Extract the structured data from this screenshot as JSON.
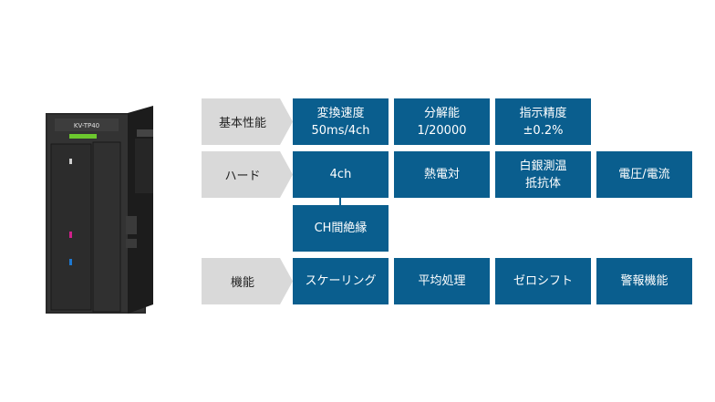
{
  "colors": {
    "cell_blue": "#0a5e8e",
    "label_gray": "#d9d9d9"
  },
  "module": {
    "model_label": "KV-TP40",
    "icon": "plc-module-image"
  },
  "rows": [
    {
      "label": "基本性能",
      "cells": [
        {
          "line1": "変換速度",
          "line2": "50ms/4ch"
        },
        {
          "line1": "分解能",
          "line2": "1/20000"
        },
        {
          "line1": "指示精度",
          "line2": "±0.2%"
        }
      ]
    },
    {
      "label": "ハード",
      "cells": [
        {
          "line1": "4ch"
        },
        {
          "line1": "熱電対"
        },
        {
          "line1": "白銀測温",
          "line2": "抵抗体"
        },
        {
          "line1": "電圧/電流"
        }
      ],
      "sub_cells": [
        {
          "line1": "CH間絶縁"
        }
      ]
    },
    {
      "label": "機能",
      "cells": [
        {
          "line1": "スケーリング"
        },
        {
          "line1": "平均処理"
        },
        {
          "line1": "ゼロシフト"
        },
        {
          "line1": "警報機能"
        }
      ]
    }
  ]
}
